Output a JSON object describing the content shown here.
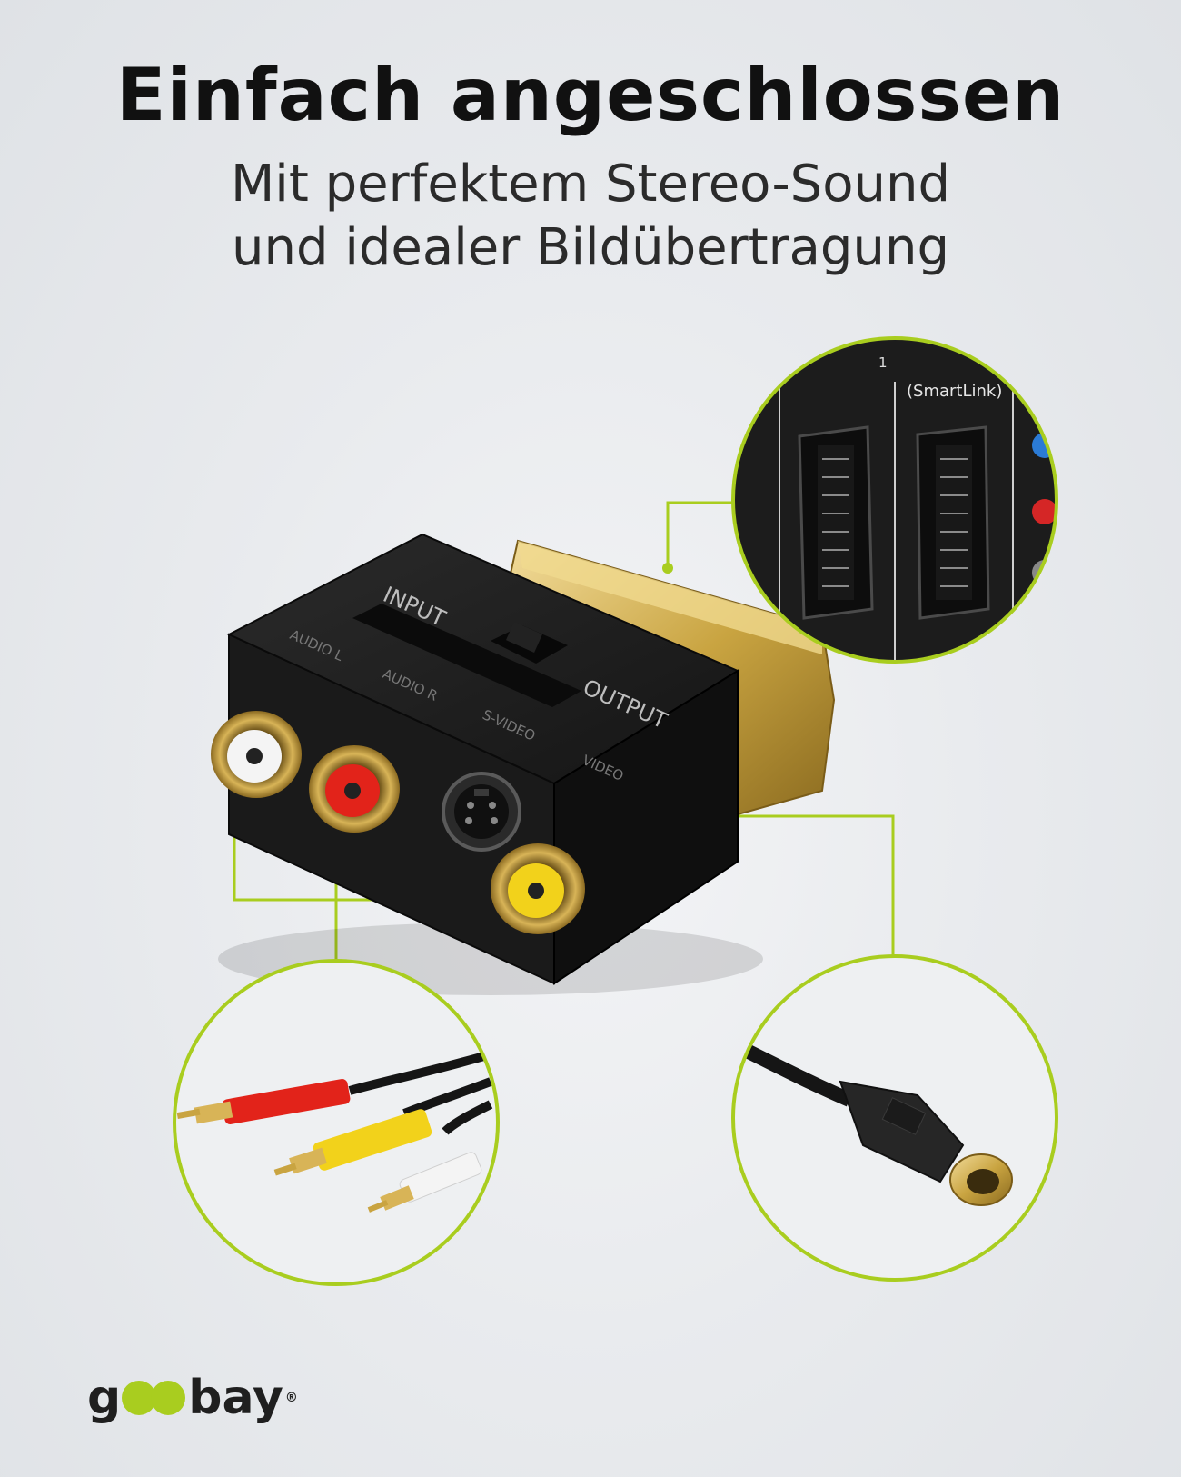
{
  "header": {
    "title": "Einfach angeschlossen",
    "subtitle_line1": "Mit perfektem Stereo-Sound",
    "subtitle_line2": "und idealer Bildübertragung"
  },
  "adapter": {
    "label_input": "INPUT",
    "label_output": "OUTPUT",
    "label_audio_l": "AUDIO L",
    "label_audio_r": "AUDIO R",
    "label_svideo": "S-VIDEO",
    "label_video": "VIDEO"
  },
  "scart_panel": {
    "label_smartlink": "(SmartLink)",
    "label_port_number": "1"
  },
  "brand": {
    "prefix": "g",
    "suffix": "bay",
    "registered": "®"
  },
  "colors": {
    "accent": "#a9cd1f",
    "plug_red": "#e2231a",
    "plug_yellow": "#f2d21b",
    "plug_white": "#f4f4f4",
    "gold": "#c9a441"
  }
}
